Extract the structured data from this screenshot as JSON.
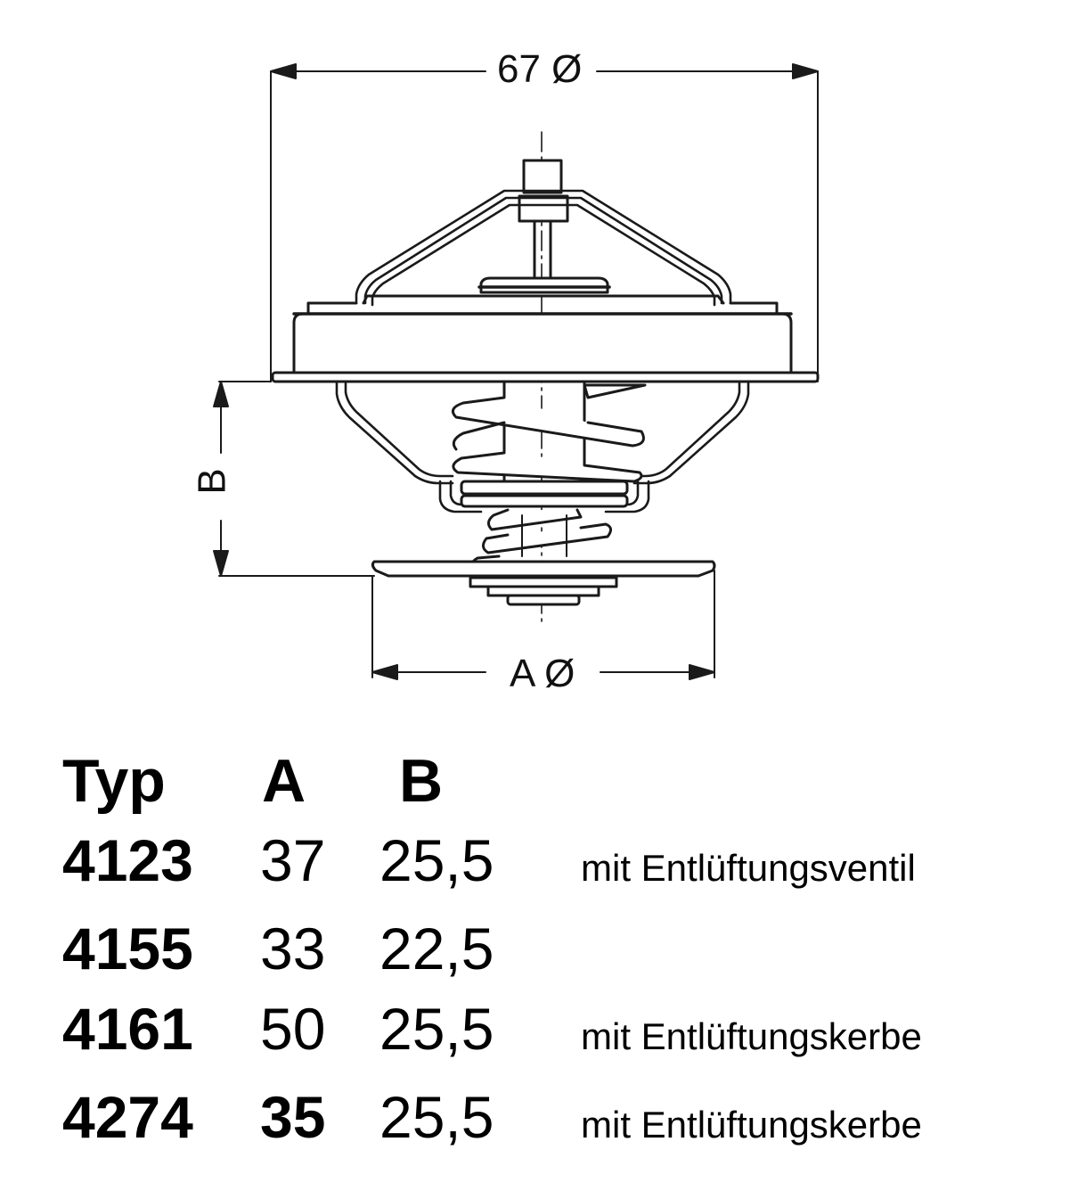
{
  "drawing": {
    "subject": "thermostat",
    "dimensions": {
      "outer_diameter_label": "67 Ø",
      "a_label": "A Ø",
      "b_label": "B"
    },
    "line_color": "#1a1a1a",
    "background": "#ffffff"
  },
  "table": {
    "headers": {
      "typ": "Typ",
      "a": "A",
      "b": "B"
    },
    "rows": [
      {
        "typ": "4123",
        "a": "37",
        "b": "25,5",
        "note": "mit Entlüftungsventil",
        "a_bold": false
      },
      {
        "typ": "4155",
        "a": "33",
        "b": "22,5",
        "note": "",
        "a_bold": false
      },
      {
        "typ": "4161",
        "a": "50",
        "b": "25,5",
        "note": "mit Entlüftungskerbe",
        "a_bold": false
      },
      {
        "typ": "4274",
        "a": "35",
        "b": "25,5",
        "note": "mit Entlüftungskerbe",
        "a_bold": true
      }
    ]
  }
}
